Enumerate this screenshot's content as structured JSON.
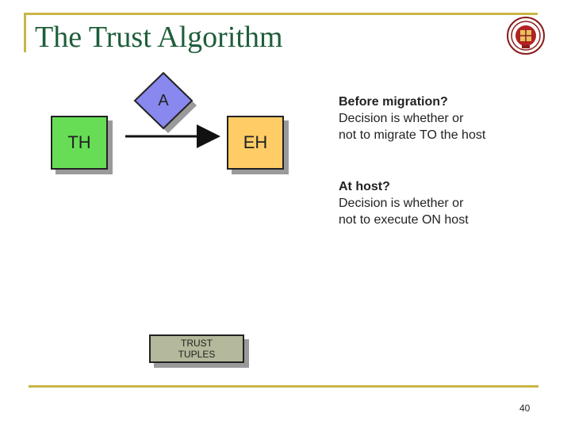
{
  "slide": {
    "title": "The Trust Algorithm",
    "page_number": "40"
  },
  "diagram": {
    "agent_label": "A",
    "trusted_host_label": "TH",
    "execution_host_label": "EH",
    "trust_tuples_line1": "TRUST",
    "trust_tuples_line2": "TUPLES"
  },
  "notes": {
    "before_heading": "Before migration?",
    "before_line1": "Decision is whether or",
    "before_line2": "not to migrate TO the host",
    "host_heading": "At host?",
    "host_line1": "Decision is whether or",
    "host_line2": "not to execute ON host"
  },
  "colors": {
    "title": "#1f5e3a",
    "rule": "#c9b547",
    "th_fill": "#66dd55",
    "eh_fill": "#ffcc66",
    "agent_fill": "#8888ee",
    "tuples_fill": "#b3b99a"
  },
  "icons": {
    "logo": "university-seal-icon"
  }
}
